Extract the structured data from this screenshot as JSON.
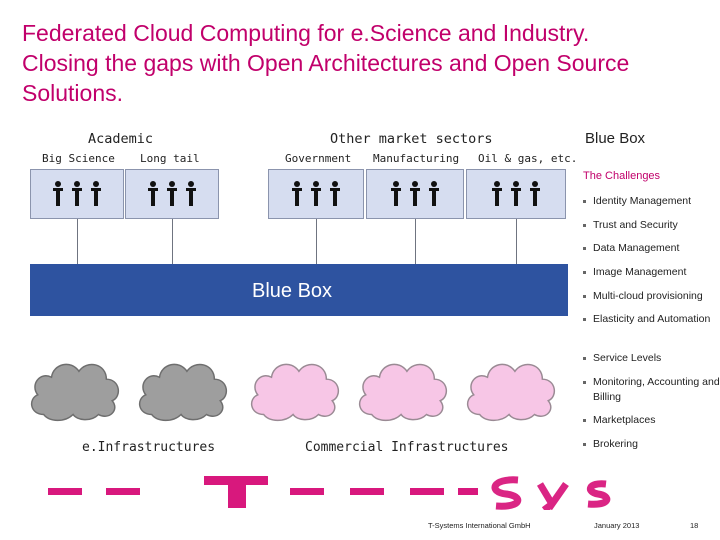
{
  "title": {
    "line1": "Federated Cloud Computing for e.Science and Industry.",
    "line2": "Closing the gaps with Open Architectures and Open Source",
    "line3": "Solutions."
  },
  "groups": {
    "academic": "Academic",
    "other_sectors": "Other market sectors",
    "blue_box": "Blue Box"
  },
  "sectors": {
    "big_science": "Big Science",
    "long_tail": "Long tail",
    "government": "Government",
    "manufacturing": "Manufacturing",
    "oil_gas": "Oil & gas, etc."
  },
  "band_label": "Blue Box",
  "infrastructures": {
    "e_infra": "e.Infrastructures",
    "commercial": "Commercial Infrastructures"
  },
  "challenges": {
    "heading": "The Challenges",
    "items": [
      "Identity Management",
      "Trust and Security",
      "Data Management",
      "Image Management",
      "Multi-cloud provisioning",
      "Elasticity and Automation",
      "Service Levels",
      "Monitoring, Accounting and Billing",
      "Marketplaces",
      "Brokering"
    ]
  },
  "footer": {
    "company": "T-Systems International GmbH",
    "date": "January 2013",
    "page": "18"
  },
  "colors": {
    "magenta": "#c1006b",
    "blue_band": "#2e53a0",
    "user_box": "#d6ddf0",
    "grey_cloud": "#9e9e9e",
    "pink_cloud": "#f7c6e6"
  }
}
